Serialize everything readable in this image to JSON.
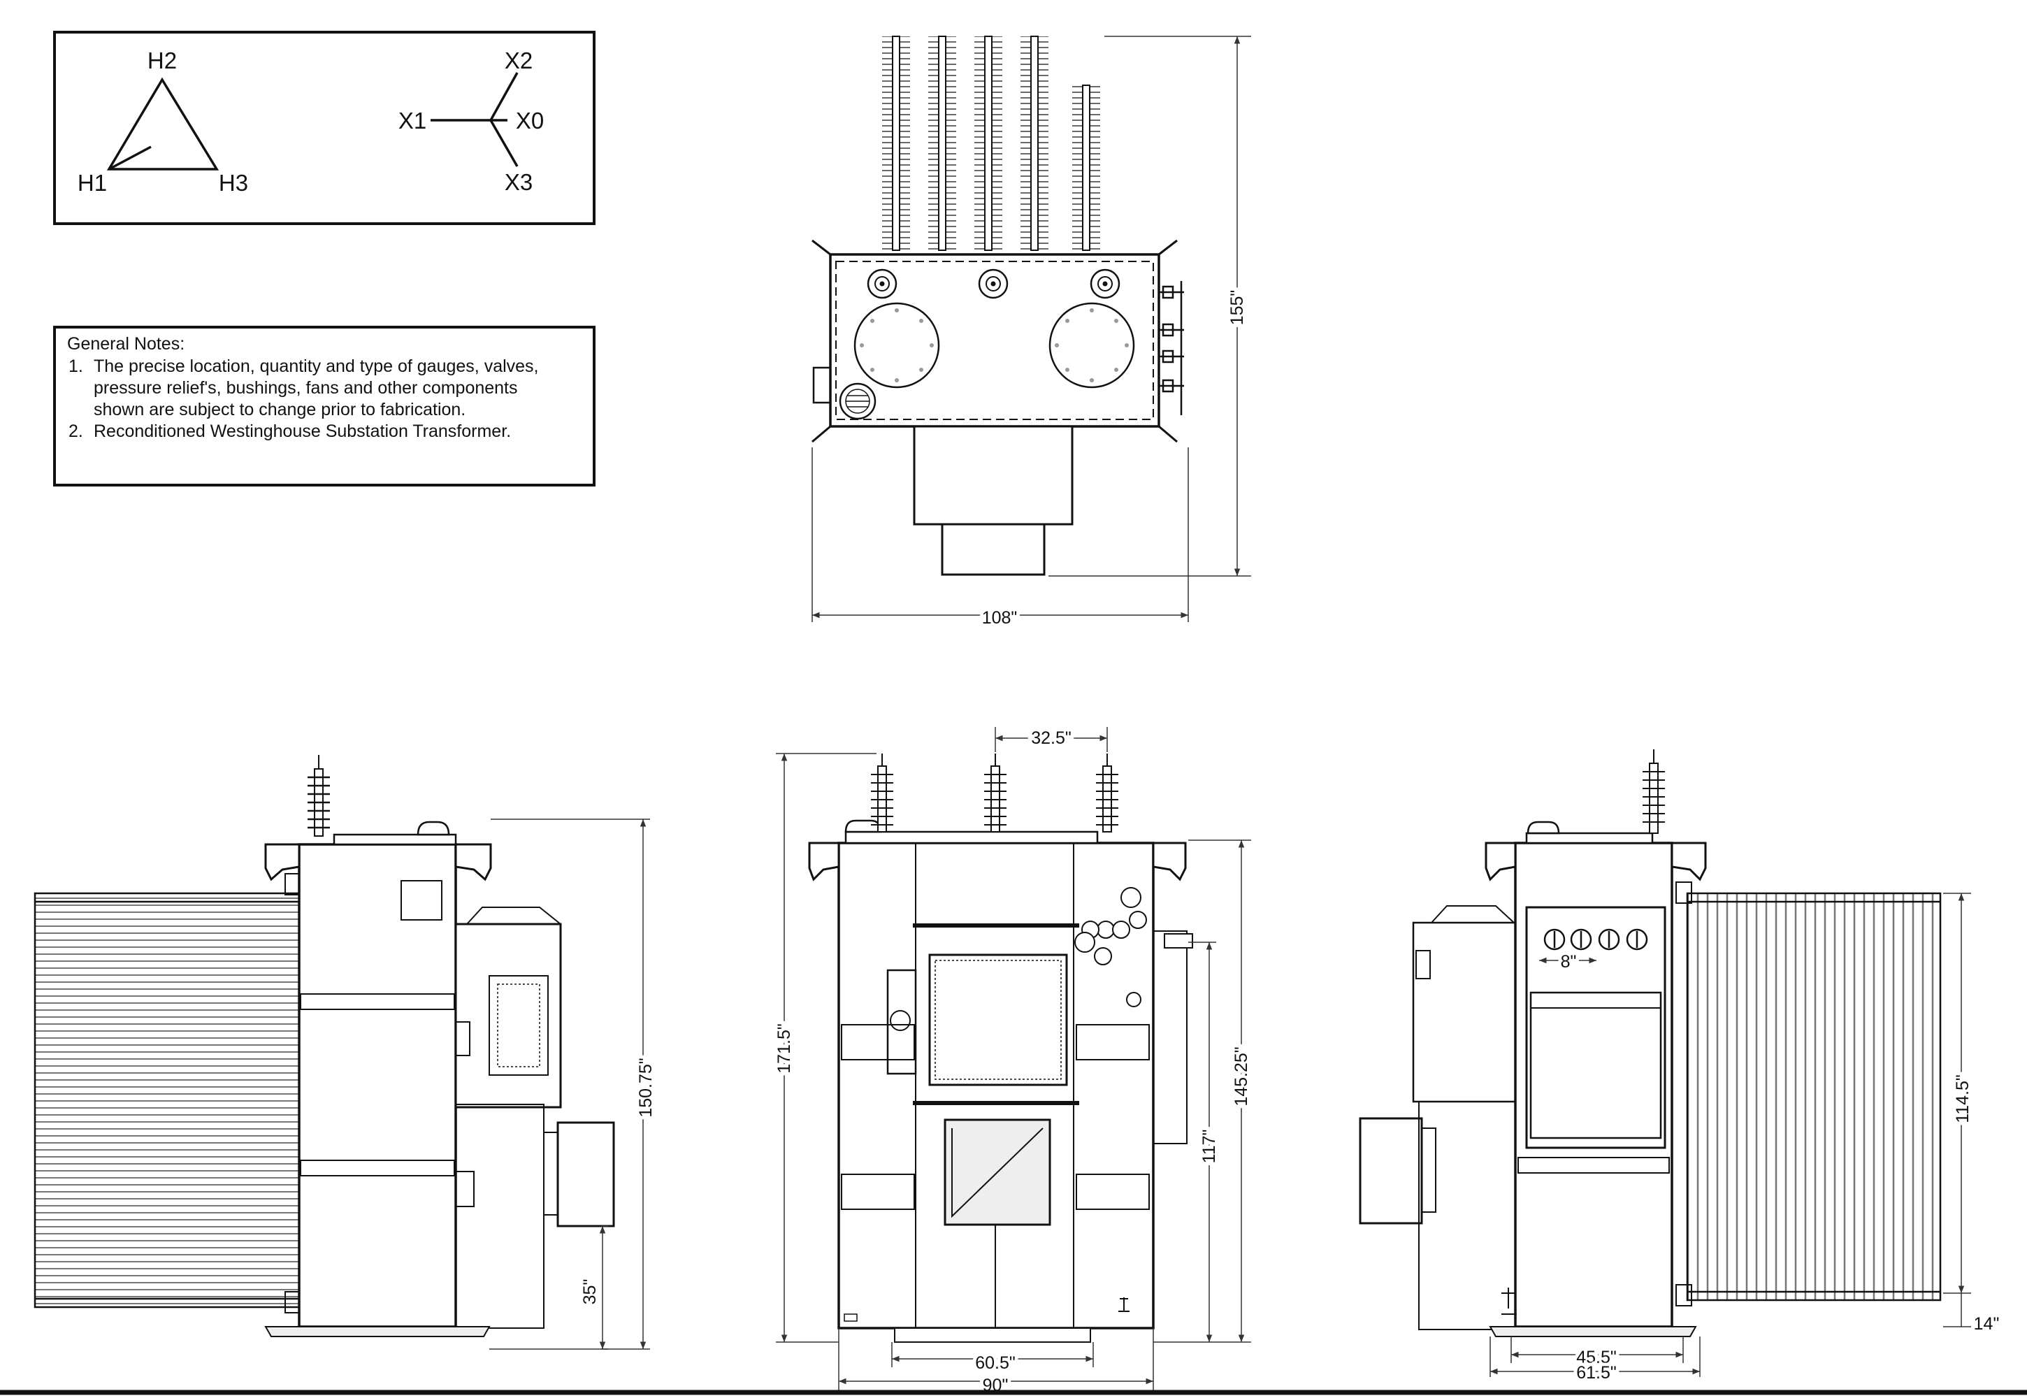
{
  "symbol": {
    "h1": "H1",
    "h2": "H2",
    "h3": "H3",
    "x0": "X0",
    "x1": "X1",
    "x2": "X2",
    "x3": "X3"
  },
  "notes": {
    "heading": "General Notes:",
    "n1_num": "1.",
    "n1_l1": "The precise location, quantity and type of gauges, valves,",
    "n1_l2": "pressure relief's, bushings, fans and other components",
    "n1_l3": "shown are subject to change prior to fabrication.",
    "n2_num": "2.",
    "n2_l1": "Reconditioned Westinghouse Substation Transformer."
  },
  "dims": {
    "top_width": "108\"",
    "top_depth": "155\"",
    "left_height": "150.75\"",
    "left_base": "35\"",
    "front_bushing_spacing": "32.5\"",
    "front_height_overall": "171.5\"",
    "front_height_tank": "145.25\"",
    "front_height_cabinet": "117\"",
    "front_base_inner": "60.5\"",
    "front_base_overall": "90\"",
    "right_gauge_spacing": "8\"",
    "right_radiator_height": "114.5\"",
    "right_radiator_base": "14\"",
    "right_base_inner": "45.5\"",
    "right_base_overall": "61.5\""
  }
}
